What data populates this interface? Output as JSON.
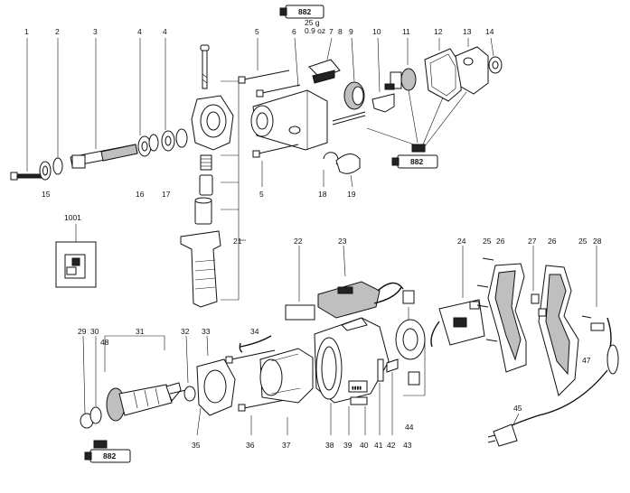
{
  "grease": {
    "tube_label": "882",
    "amount": "25 g",
    "amount_oz": "0.9 oz"
  },
  "labels": {
    "n1": "1",
    "n2": "2",
    "n3": "3",
    "n4a": "4",
    "n4b": "4",
    "n5a": "5",
    "n5b": "5",
    "n6": "6",
    "n7": "7",
    "n8": "8",
    "n9": "9",
    "n10": "10",
    "n11": "11",
    "n12": "12",
    "n13": "13",
    "n14": "14",
    "n15": "15",
    "n16": "16",
    "n17": "17",
    "n18": "18",
    "n19": "19",
    "n21": "21",
    "n22": "22",
    "n23": "23",
    "n24": "24",
    "n25a": "25",
    "n25b": "25",
    "n26a": "26",
    "n26b": "26",
    "n27": "27",
    "n28": "28",
    "n29": "29",
    "n30": "30",
    "n31": "31",
    "n32": "32",
    "n33": "33",
    "n34": "34",
    "n35": "35",
    "n36": "36",
    "n37": "37",
    "n38": "38",
    "n39": "39",
    "n40": "40",
    "n41": "41",
    "n42": "42",
    "n43": "43",
    "n44": "44",
    "n45": "45",
    "n47": "47",
    "n48": "48",
    "n1001": "1001"
  },
  "colors": {
    "line": "#111111",
    "fill": "#ffffff",
    "shade": "#bfbfbf",
    "dark": "#222222"
  }
}
